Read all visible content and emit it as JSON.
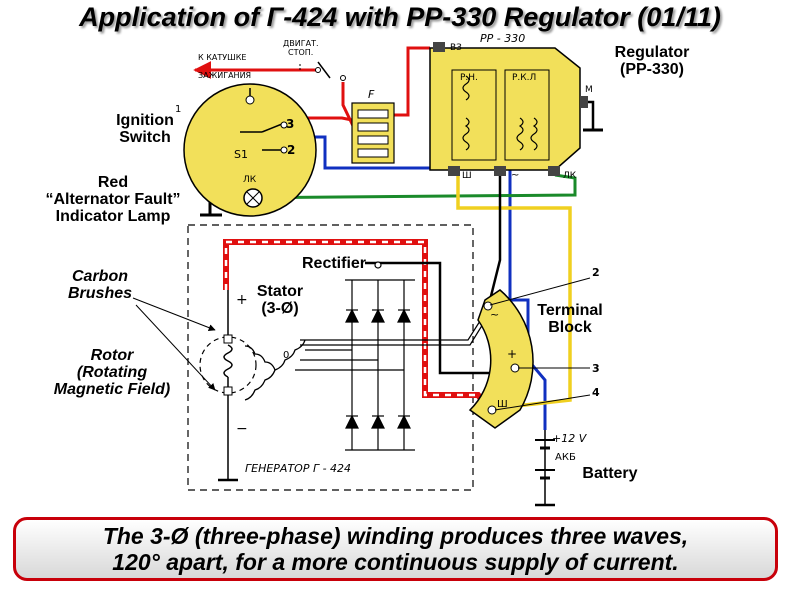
{
  "title": "Application of Г-424 with PP-330 Regulator (01/11)",
  "labels": {
    "regulator": "Regulator\n(PP-330)",
    "ignition_switch": "Ignition\nSwitch",
    "indicator_lamp": "Red\n“Alternator Fault”\nIndicator Lamp",
    "carbon_brushes": "Carbon\nBrushes",
    "rotor": "Rotor\n(Rotating\nMagnetic Field)",
    "stator": "Stator\n(3-Ø)",
    "rectifier": "Rectifier",
    "terminal_block": "Terminal\nBlock",
    "battery": "Battery"
  },
  "russian_text": {
    "to_coil": "К КАТУШКЕ",
    "ignition": "ЗАЖИГАНИЯ",
    "starter_1": "ДВИГАТ.",
    "starter_2": "СТОП.",
    "generator": "ГЕНЕРАТОР Г - 424",
    "battery_ru": "АКБ",
    "reg_code": "РР - 330",
    "rn": "Р.Н.",
    "rkl": "Р.К.Л",
    "lk": "ЛК"
  },
  "diagram_marks": {
    "vb": "ВЗ",
    "m": "М",
    "sh": "Ш",
    "tilde": "~",
    "lk_term": "ЛК",
    "f": "F",
    "s1": "S1",
    "sw_2": "2",
    "sw_3": "3",
    "sw_1": "1",
    "plus": "+",
    "minus": "−",
    "zero": "0",
    "tb_2": "2",
    "tb_3": "3",
    "tb_4": "4",
    "tb_plus": "+",
    "tb_sh": "Ш",
    "tb_tilde": "~",
    "v12": "+12 V"
  },
  "banner": "The 3-Ø (three-phase) winding produces three waves,\n120° apart, for a more continuous supply of current.",
  "colors": {
    "red_wire": "#e01010",
    "blue_wire": "#1030c0",
    "green_wire": "#1a8a2a",
    "yellow_wire": "#f0d020",
    "component_fill": "#f2e05a",
    "banner_border": "#c8000a"
  }
}
